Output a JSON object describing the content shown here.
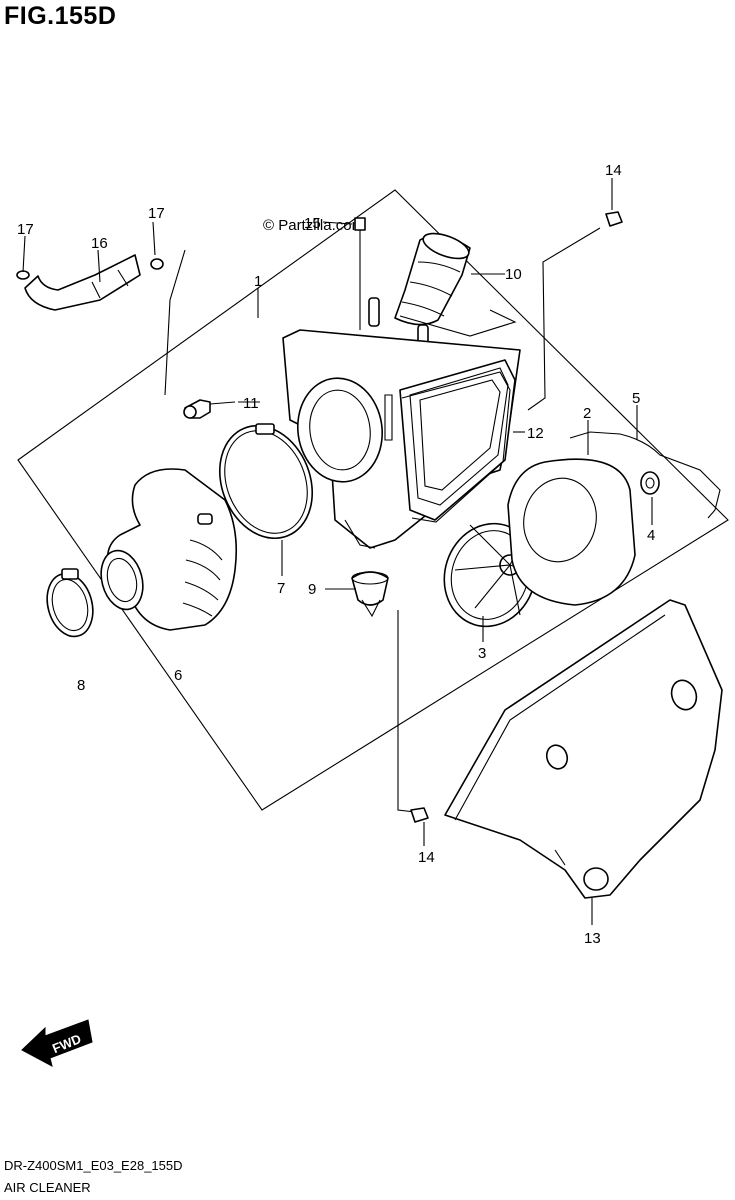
{
  "figure_title": "FIG.155D",
  "watermark": "© Partzilla.com",
  "fwd_label": "FWD",
  "footer": {
    "code": "DR-Z400SM1_E03_E28_155D",
    "caption": "AIR CLEANER"
  },
  "callouts": {
    "c1": "1",
    "c2": "2",
    "c3": "3",
    "c4": "4",
    "c5": "5",
    "c6": "6",
    "c7": "7",
    "c8": "8",
    "c9": "9",
    "c10": "10",
    "c11": "11",
    "c12": "12",
    "c13": "13",
    "c14_top": "14",
    "c14_bottom": "14",
    "c15": "15",
    "c16": "16",
    "c17_left": "17",
    "c17_right": "17"
  }
}
